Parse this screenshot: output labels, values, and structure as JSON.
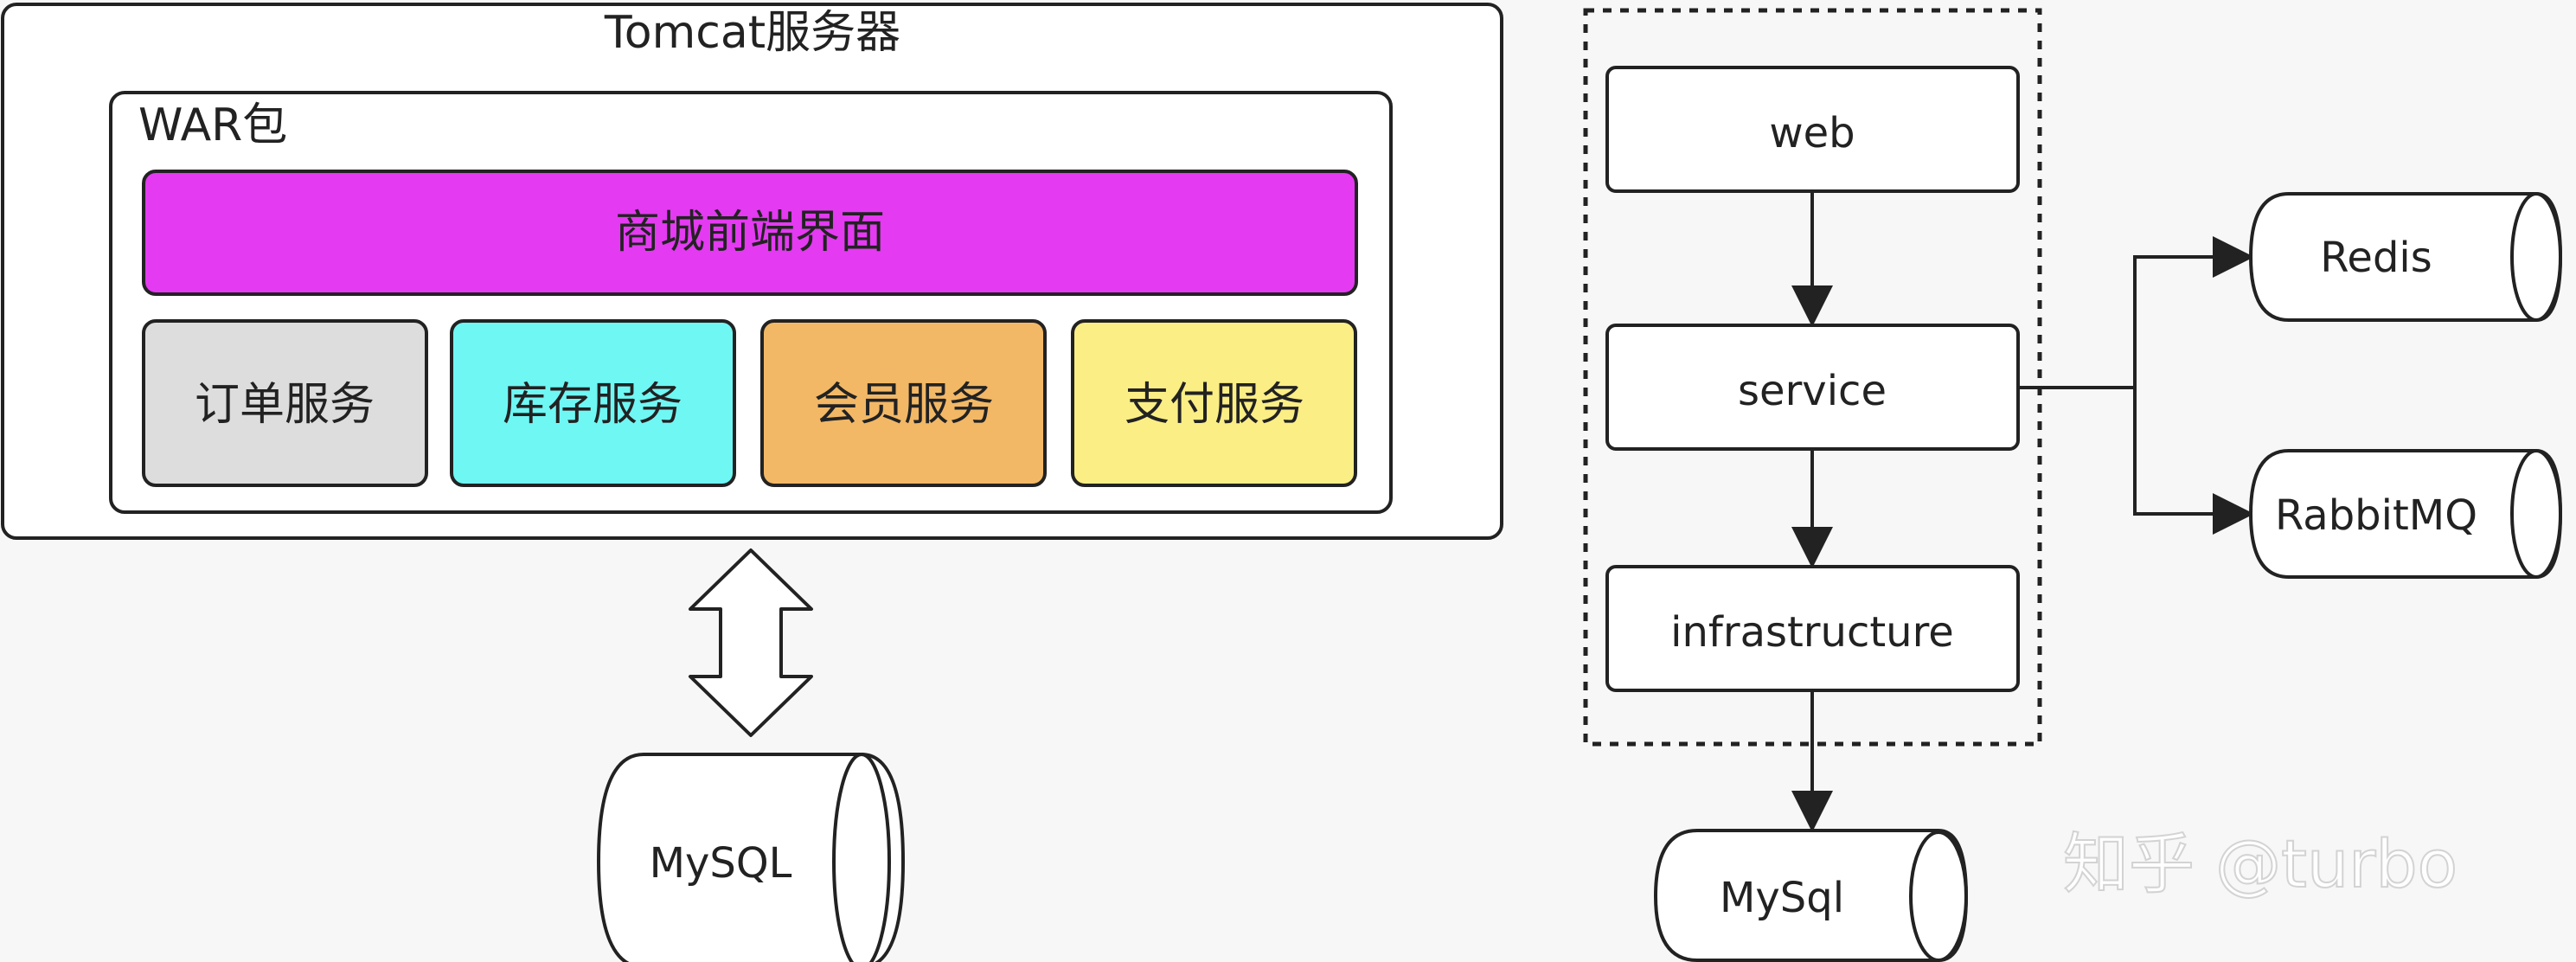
{
  "left_diagram": {
    "server_label": "Tomcat服务器",
    "war_label": "WAR包",
    "frontend_label": "商城前端界面",
    "services": [
      {
        "label": "订单服务",
        "color": "#dddddd"
      },
      {
        "label": "库存服务",
        "color": "#6ff7f4"
      },
      {
        "label": "会员服务",
        "color": "#f2b866"
      },
      {
        "label": "支付服务",
        "color": "#fbee85"
      }
    ],
    "frontend_color": "#e43af2",
    "database_label": "MySQL"
  },
  "right_diagram": {
    "layers": [
      "web",
      "service",
      "infrastructure"
    ],
    "cache_label": "Redis",
    "mq_label": "RabbitMQ",
    "database_label": "MySql"
  },
  "watermark": {
    "text": "知乎 @turbo"
  }
}
